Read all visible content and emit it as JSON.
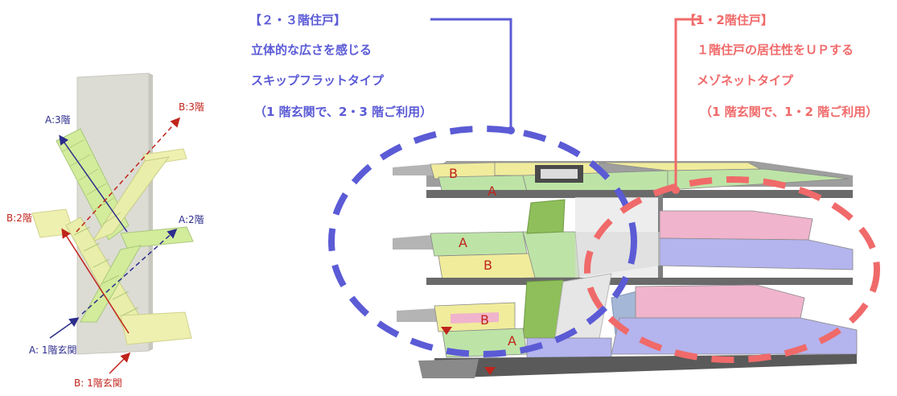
{
  "stair_labels": {
    "a3": "A:3階",
    "b3": "B:3階",
    "b2": "B:2階",
    "a2": "A:2階",
    "a1": "A: 1階玄関",
    "b1": "B: 1階玄関"
  },
  "blue_callout": {
    "heading": "【２・３階住戸】",
    "line1": "立体的な広さを感じる",
    "line2": "スキップフラットタイプ",
    "line3": "（1 階玄関で、2・3 階ご利用）"
  },
  "red_callout": {
    "heading": "【1・2階住戸】",
    "line1": "１階住戸の居住性をＵＰする",
    "line2": "メゾネットタイプ",
    "line3": "（1 階玄関で、1・2 階ご利用）"
  },
  "unit_marks": {
    "top_b": "B",
    "top_a": "A",
    "mid_a": "A",
    "mid_b": "B",
    "bot_b": "B",
    "bot_a": "A"
  },
  "colors": {
    "blue": "#5b5bd6",
    "red": "#f06a6a",
    "yellow": "#f0ec9c",
    "green": "#bde4a6",
    "pink": "#f0b4cc",
    "violet": "#b4b4ee"
  }
}
